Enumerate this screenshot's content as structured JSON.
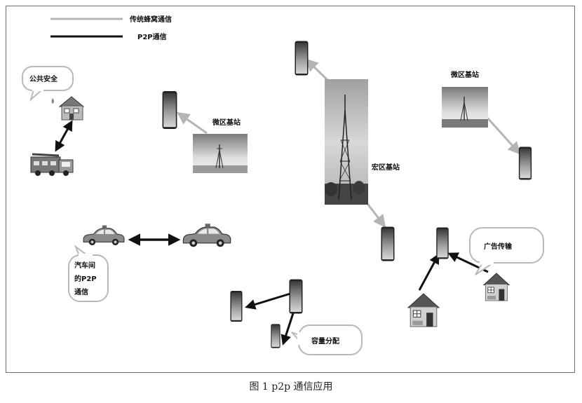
{
  "legend": {
    "cellular_label": "传统蜂窝通信",
    "p2p_label": "P2P通信"
  },
  "labels": {
    "public_safety": "公共安全",
    "micro_cell_left": "微区基站",
    "micro_cell_right": "微区基站",
    "macro_cell": "宏区基站",
    "car_p2p_line1": "汽车间",
    "car_p2p_line2": "的P2P",
    "car_p2p_line3": "通信",
    "capacity": "容量分配",
    "advertising": "广告传输"
  },
  "caption": "图 1    p2p 通信应用",
  "colors": {
    "cellular_link": "#b4b4b4",
    "p2p_link": "#111111",
    "frame": "#6e6e6e"
  },
  "icons": [
    "phone-icon",
    "tower-icon",
    "house-icon",
    "car-icon",
    "fire-truck-icon"
  ]
}
